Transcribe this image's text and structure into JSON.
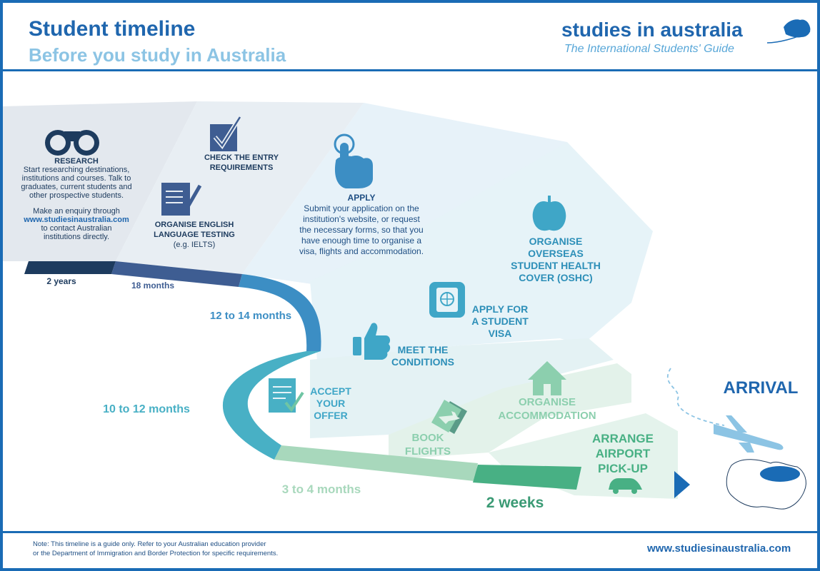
{
  "header": {
    "title": "Student timeline",
    "subtitle": "Before you study in Australia",
    "brand": "studies in australia",
    "tagline": "The International Students' Guide"
  },
  "steps": {
    "research": {
      "title": "RESEARCH",
      "body_lines": [
        "Start researching destinations,",
        "institutions and courses. Talk to",
        "graduates, current students and",
        "other prospective students."
      ],
      "enquiry_line": "Make an enquiry through",
      "enquiry_link": "www.studiesinaustralia.com",
      "enquiry_lines_after": [
        "to contact Australian",
        "institutions directly."
      ]
    },
    "check_entry": {
      "lines": [
        "CHECK THE ENTRY",
        "REQUIREMENTS"
      ]
    },
    "english": {
      "lines": [
        "ORGANISE ENGLISH",
        "LANGUAGE TESTING"
      ],
      "sub": "(e.g. IELTS)"
    },
    "apply": {
      "title": "APPLY",
      "body_lines": [
        "Submit your application on the",
        "institution's website, or request",
        "the necessary forms, so that you",
        "have enough time to organise a",
        "visa, flights and accommodation."
      ]
    },
    "oshc": {
      "lines": [
        "ORGANISE",
        "OVERSEAS",
        "STUDENT HEALTH",
        "COVER (OSHC)"
      ]
    },
    "visa": {
      "lines": [
        "APPLY FOR",
        "A STUDENT",
        "VISA"
      ]
    },
    "conditions": {
      "lines": [
        "MEET THE",
        "CONDITIONS"
      ]
    },
    "accept": {
      "lines": [
        "ACCEPT",
        "YOUR",
        "OFFER"
      ]
    },
    "accommodation": {
      "lines": [
        "ORGANISE",
        "ACCOMMODATION"
      ]
    },
    "flights": {
      "lines": [
        "BOOK",
        "FLIGHTS"
      ]
    },
    "pickup": {
      "lines": [
        "ARRANGE",
        "AIRPORT",
        "PICK-UP"
      ]
    },
    "arrival": {
      "label": "ARRIVAL"
    }
  },
  "timeline": {
    "t2years": "2 years",
    "t18months": "18 months",
    "t12to14": "12 to 14 months",
    "t10to12": "10 to 12 months",
    "t3to4": "3 to 4 months",
    "t2weeks": "2 weeks"
  },
  "colors": {
    "frame": "#1a6bb5",
    "seg_2years": "#1d3b5e",
    "seg_18months": "#3e5d92",
    "seg_12to14": "#3c8ec4",
    "seg_10to12": "#48b0c5",
    "seg_3to4": "#a8d8bc",
    "seg_2weeks": "#48b084",
    "arrow": "#1a6bb5"
  },
  "icons": {
    "research": "binoculars-icon",
    "check_entry": "checkbox-tick-icon",
    "english": "document-pencil-icon",
    "apply": "pointing-hand-icon",
    "oshc": "apple-icon",
    "visa": "passport-icon",
    "conditions": "thumbs-up-icon",
    "accept": "document-check-icon",
    "accommodation": "house-icon",
    "flights": "plane-ticket-icon",
    "pickup": "car-icon",
    "arrival": "airplane-icon",
    "map": "australia-map-icon",
    "logo": "australia-logo-icon"
  },
  "footer": {
    "note_lines": [
      "Note: This timeline is a guide only. Refer to your Australian education provider",
      "or the Department of Immigration and Border Protection for specific requirements."
    ],
    "url": "www.studiesinaustralia.com"
  }
}
